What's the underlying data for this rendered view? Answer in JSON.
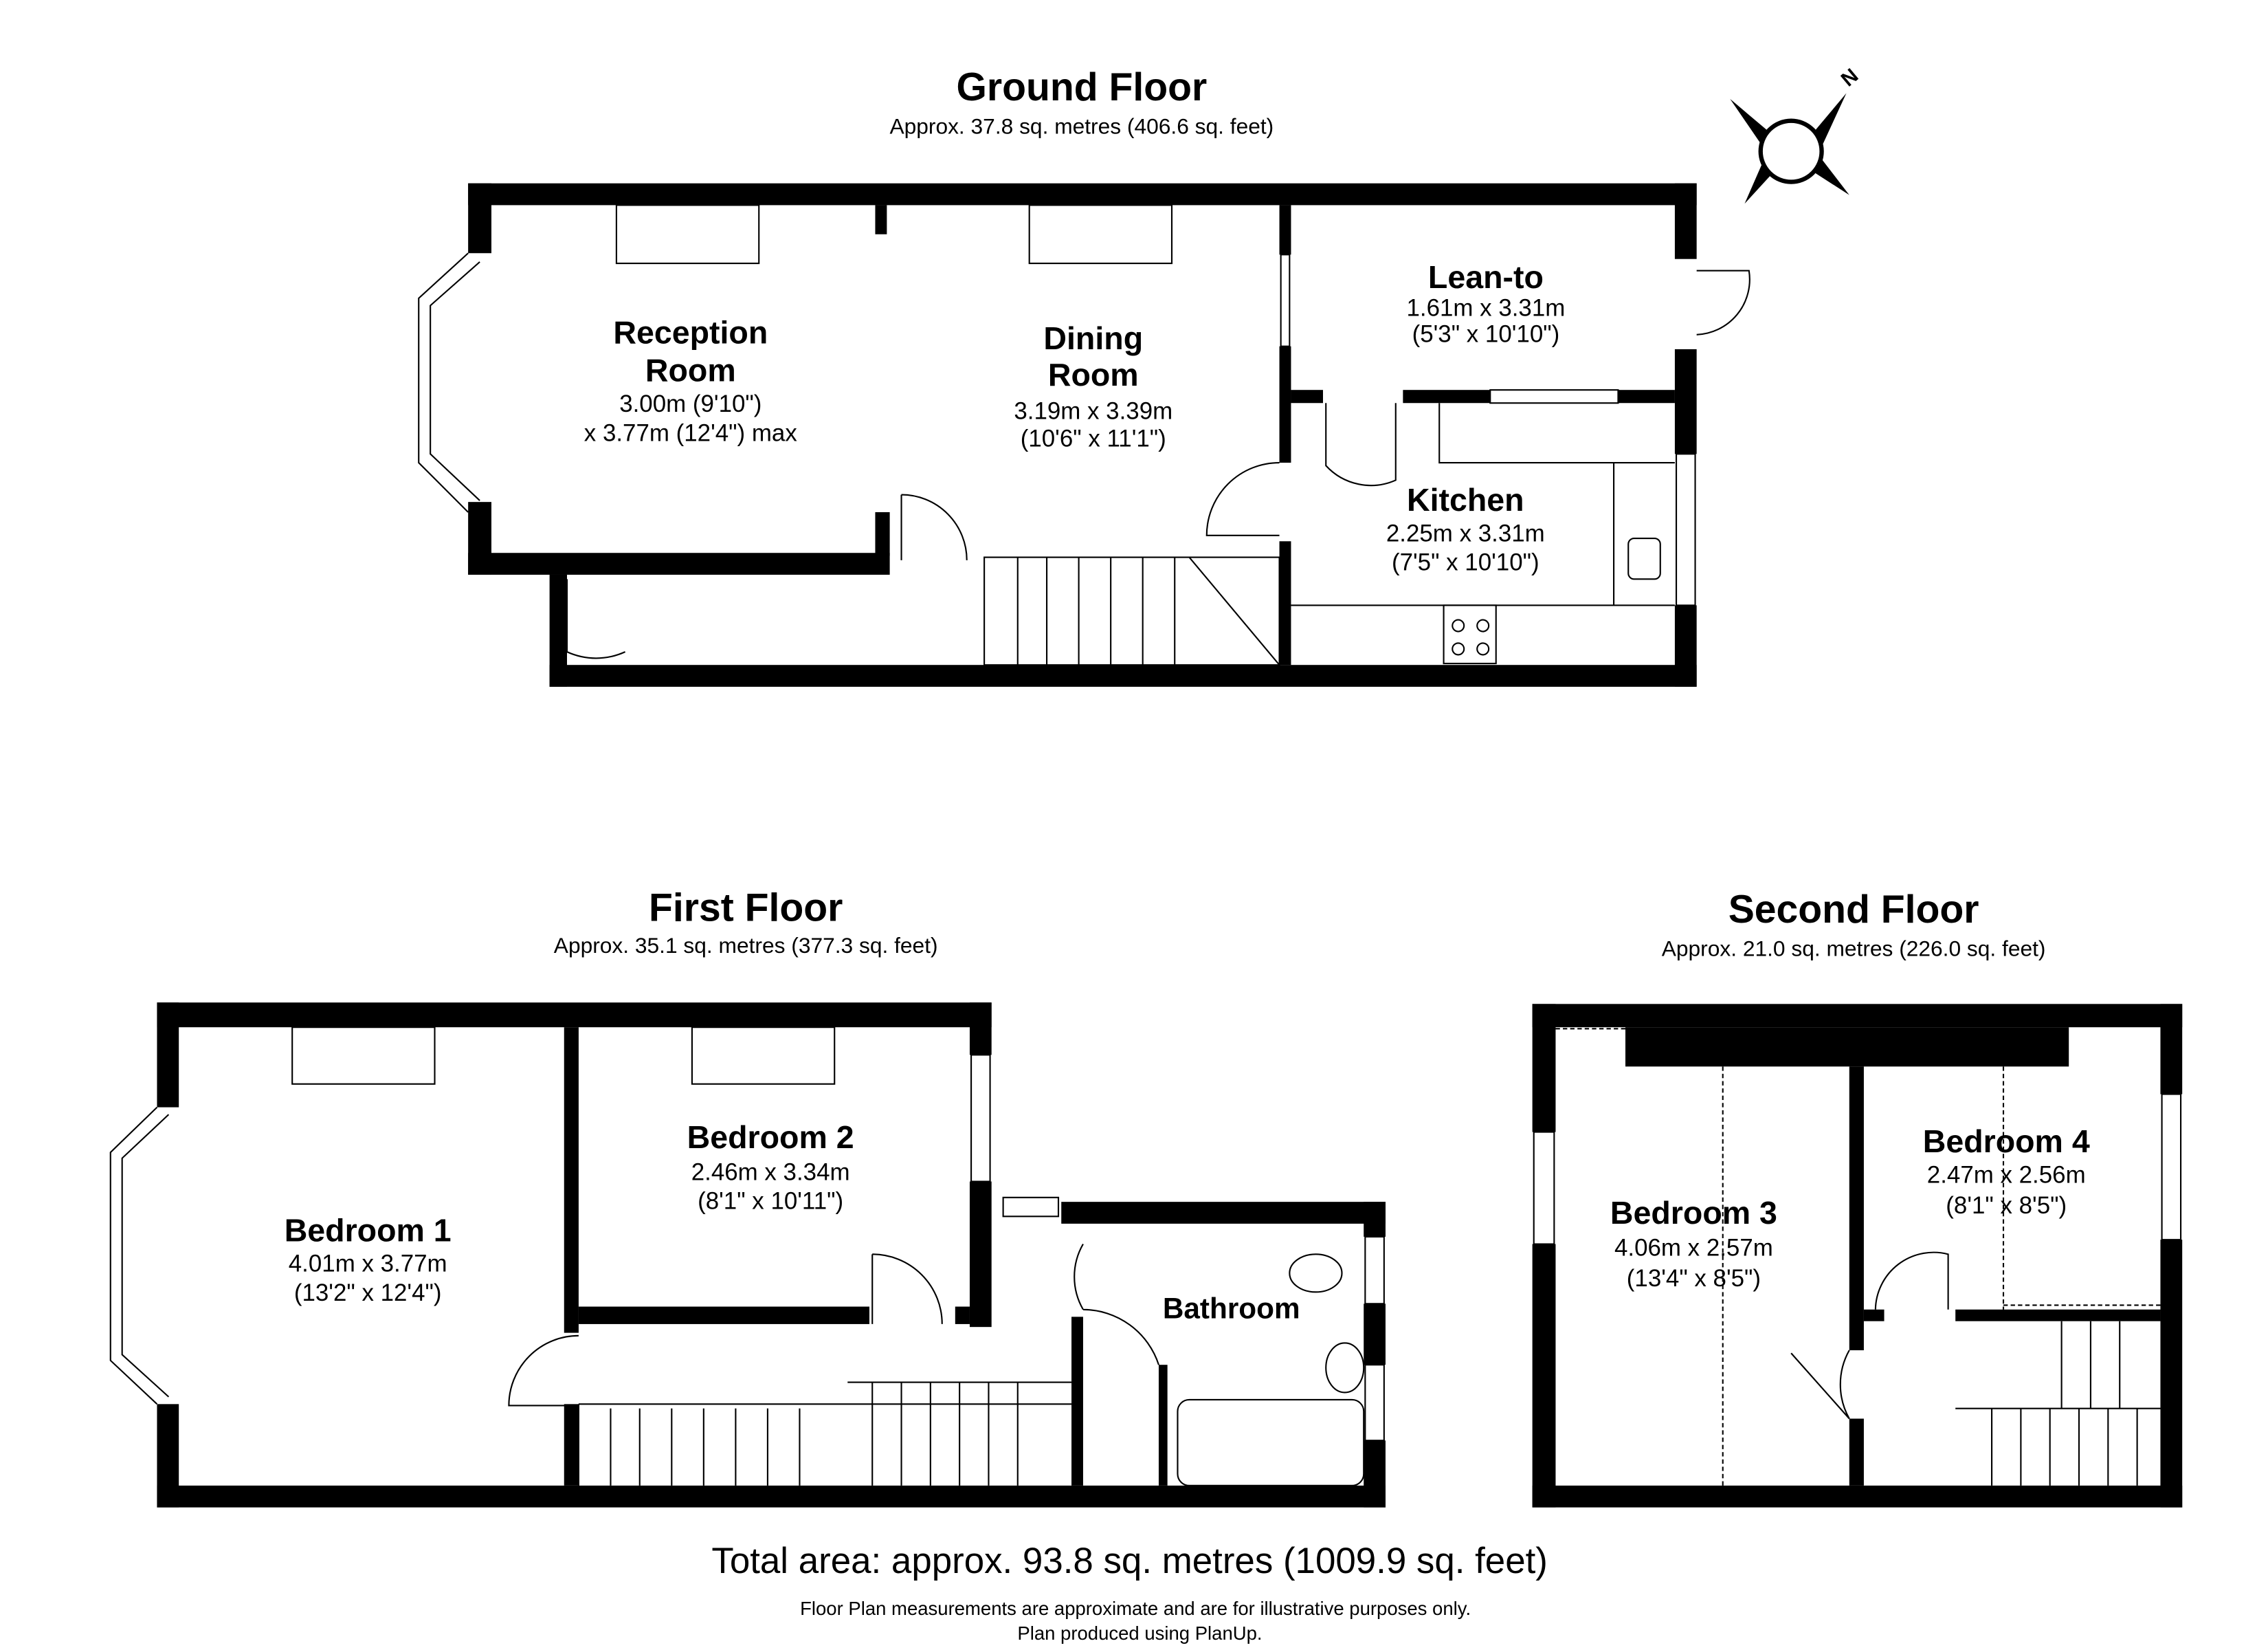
{
  "ground_floor": {
    "title": "Ground Floor",
    "area": "Approx. 37.8 sq. metres (406.6 sq. feet)",
    "reception": {
      "name1": "Reception",
      "name2": "Room",
      "dim1": "3.00m (9'10\")",
      "dim2": "x 3.77m (12'4\") max"
    },
    "dining": {
      "name1": "Dining",
      "name2": "Room",
      "dim1": "3.19m x 3.39m",
      "dim2": "(10'6\" x 11'1\")"
    },
    "leanto": {
      "name": "Lean-to",
      "dim1": "1.61m x 3.31m",
      "dim2": "(5'3\" x 10'10\")"
    },
    "kitchen": {
      "name": "Kitchen",
      "dim1": "2.25m x 3.31m",
      "dim2": "(7'5\" x 10'10\")"
    }
  },
  "first_floor": {
    "title": "First Floor",
    "area": "Approx. 35.1 sq. metres (377.3 sq. feet)",
    "bedroom1": {
      "name": "Bedroom 1",
      "dim1": "4.01m x 3.77m",
      "dim2": "(13'2\" x 12'4\")"
    },
    "bedroom2": {
      "name": "Bedroom 2",
      "dim1": "2.46m x 3.34m",
      "dim2": "(8'1\" x 10'11\")"
    },
    "bathroom": {
      "name": "Bathroom"
    }
  },
  "second_floor": {
    "title": "Second Floor",
    "area": "Approx. 21.0 sq. metres (226.0 sq. feet)",
    "bedroom3": {
      "name": "Bedroom 3",
      "dim1": "4.06m x 2.57m",
      "dim2": "(13'4\" x 8'5\")"
    },
    "bedroom4": {
      "name": "Bedroom 4",
      "dim1": "2.47m x 2.56m",
      "dim2": "(8'1\" x 8'5\")"
    }
  },
  "compass": {
    "label": "N",
    "icon": "compass-icon"
  },
  "footer": {
    "total": "Total area: approx. 93.8 sq. metres (1009.9 sq. feet)",
    "note1": "Floor Plan measurements are approximate and are for illustrative purposes only.",
    "note2": "Plan produced using PlanUp."
  }
}
